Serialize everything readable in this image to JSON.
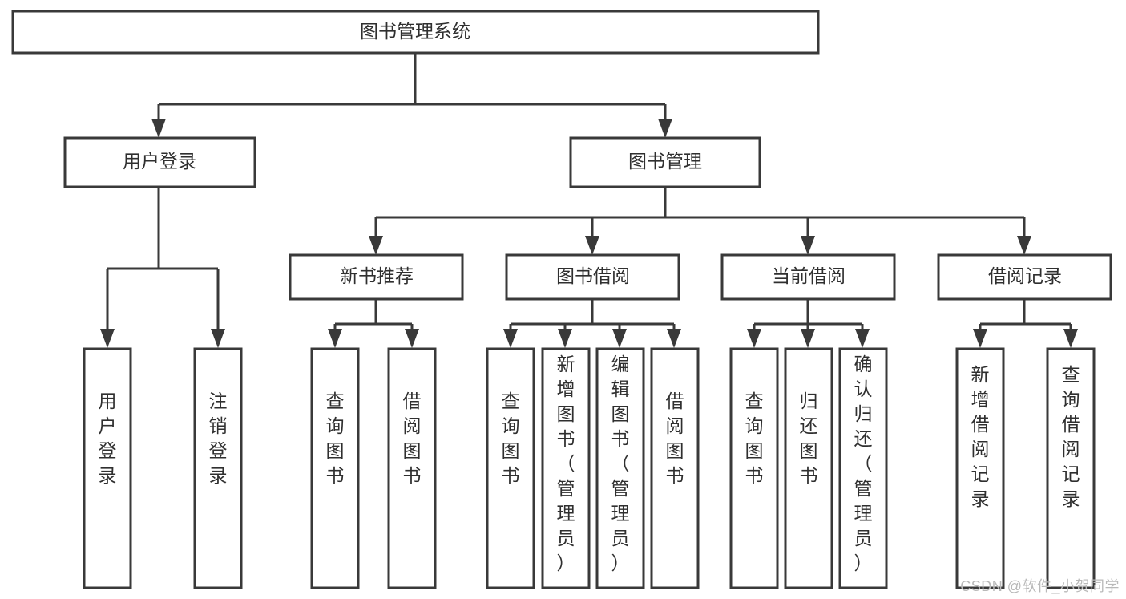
{
  "diagram": {
    "type": "tree-flowchart",
    "title": "图书管理系统",
    "orientation": "top-down",
    "watermark": "CSDN @软件_小贺同学",
    "colors": {
      "stroke": "#393939",
      "box_fill": "#ffffff",
      "text": "#2f2f2f",
      "background": "#ffffff",
      "watermark": "#b9b9b9"
    },
    "nodes": {
      "root": {
        "label": "图书管理系统",
        "level": 1,
        "text_orientation": "horizontal"
      },
      "user_login": {
        "label": "用户登录",
        "level": 2,
        "text_orientation": "horizontal"
      },
      "book_manage": {
        "label": "图书管理",
        "level": 2,
        "text_orientation": "horizontal"
      },
      "new_book_rec": {
        "label": "新书推荐",
        "level": 3,
        "text_orientation": "horizontal"
      },
      "book_borrow": {
        "label": "图书借阅",
        "level": 3,
        "text_orientation": "horizontal"
      },
      "current_borrow": {
        "label": "当前借阅",
        "level": 3,
        "text_orientation": "horizontal"
      },
      "borrow_record": {
        "label": "借阅记录",
        "level": 3,
        "text_orientation": "horizontal"
      },
      "leaf_user_login": {
        "label": "用户登录",
        "level": 4,
        "text_orientation": "vertical"
      },
      "leaf_logout": {
        "label": "注销登录",
        "level": 4,
        "text_orientation": "vertical"
      },
      "leaf_query_book_1": {
        "label": "查询图书",
        "level": 4,
        "text_orientation": "vertical"
      },
      "leaf_borrow_book_1": {
        "label": "借阅图书",
        "level": 4,
        "text_orientation": "vertical"
      },
      "leaf_query_book_2": {
        "label": "查询图书",
        "level": 4,
        "text_orientation": "vertical"
      },
      "leaf_add_book": {
        "label": "新增图书（管理员）",
        "level": 4,
        "text_orientation": "vertical"
      },
      "leaf_edit_book": {
        "label": "编辑图书（管理员）",
        "level": 4,
        "text_orientation": "vertical"
      },
      "leaf_borrow_book_2": {
        "label": "借阅图书",
        "level": 4,
        "text_orientation": "vertical"
      },
      "leaf_query_book_3": {
        "label": "查询图书",
        "level": 4,
        "text_orientation": "vertical"
      },
      "leaf_return_book": {
        "label": "归还图书",
        "level": 4,
        "text_orientation": "vertical"
      },
      "leaf_confirm_return": {
        "label": "确认归还（管理员）",
        "level": 4,
        "text_orientation": "vertical"
      },
      "leaf_add_record": {
        "label": "新增借阅记录",
        "level": 4,
        "text_orientation": "vertical"
      },
      "leaf_query_record": {
        "label": "查询借阅记录",
        "level": 4,
        "text_orientation": "vertical"
      }
    },
    "edges": [
      {
        "from": "root",
        "to": "user_login"
      },
      {
        "from": "root",
        "to": "book_manage"
      },
      {
        "from": "user_login",
        "to": "leaf_user_login"
      },
      {
        "from": "user_login",
        "to": "leaf_logout"
      },
      {
        "from": "book_manage",
        "to": "new_book_rec"
      },
      {
        "from": "book_manage",
        "to": "book_borrow"
      },
      {
        "from": "book_manage",
        "to": "current_borrow"
      },
      {
        "from": "book_manage",
        "to": "borrow_record"
      },
      {
        "from": "new_book_rec",
        "to": "leaf_query_book_1"
      },
      {
        "from": "new_book_rec",
        "to": "leaf_borrow_book_1"
      },
      {
        "from": "book_borrow",
        "to": "leaf_query_book_2"
      },
      {
        "from": "book_borrow",
        "to": "leaf_add_book"
      },
      {
        "from": "book_borrow",
        "to": "leaf_edit_book"
      },
      {
        "from": "book_borrow",
        "to": "leaf_borrow_book_2"
      },
      {
        "from": "current_borrow",
        "to": "leaf_query_book_3"
      },
      {
        "from": "current_borrow",
        "to": "leaf_return_book"
      },
      {
        "from": "current_borrow",
        "to": "leaf_confirm_return"
      },
      {
        "from": "borrow_record",
        "to": "leaf_add_record"
      },
      {
        "from": "borrow_record",
        "to": "leaf_query_record"
      }
    ]
  }
}
